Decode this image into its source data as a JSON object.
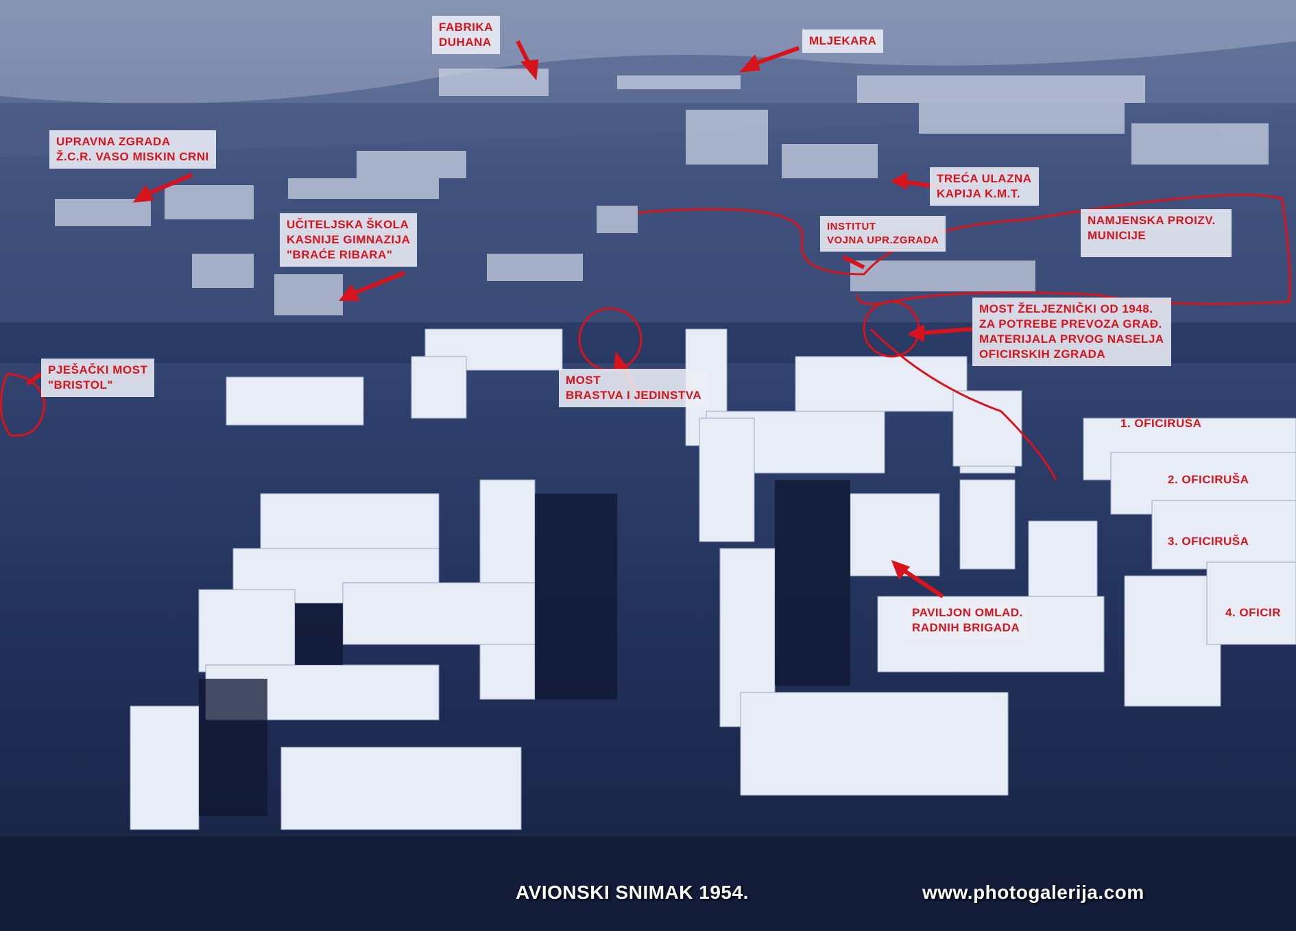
{
  "labels": {
    "fabrika": [
      "FABRIKA",
      "DUHANA"
    ],
    "mljekara": [
      "MLJEKARA"
    ],
    "upravna": [
      "UPRAVNA ZGRADA",
      "Ž.C.R. VASO MISKIN CRNI"
    ],
    "treca": [
      "TREĆA ULAZNA",
      "KAPIJA K.M.T."
    ],
    "uciteljska": [
      "UČITELJSKA ŠKOLA",
      "KASNIJE GIMNAZIJA",
      "\"BRAĆE RIBARA\""
    ],
    "institut": [
      "INSTITUT",
      "VOJNA UPR.ZGRADA"
    ],
    "namjenska": [
      "NAMJENSKA PROIZV.",
      "MUNICIJE"
    ],
    "most_zeljeznicki": [
      "MOST ŽELJEZNIČKI OD 1948.",
      "ZA POTREBE PREVOZA GRAĐ.",
      "MATERIJALA PRVOG NASELJA",
      "OFICIRSKIH ZGRADA"
    ],
    "pjesacki": [
      "PJEŠAČKI MOST",
      "\"BRISTOL\""
    ],
    "most_bratstva": [
      "MOST",
      "BRASTVA I JEDINSTVA"
    ],
    "paviljon": [
      "PAVILJON OMLAD.",
      "RADNIH BRIGADA"
    ]
  },
  "oficiruse": [
    "1. OFICIRUŠA",
    "2. OFICIRUŠA",
    "3. OFICIRUŠA",
    "4. OFICIR"
  ],
  "caption": "AVIONSKI SNIMAK 1954.",
  "website": "www.photogalerija.com",
  "colors": {
    "label_text": "#d8131b",
    "annotation_red": "#d8131b",
    "caption_text": "#ffffff"
  }
}
